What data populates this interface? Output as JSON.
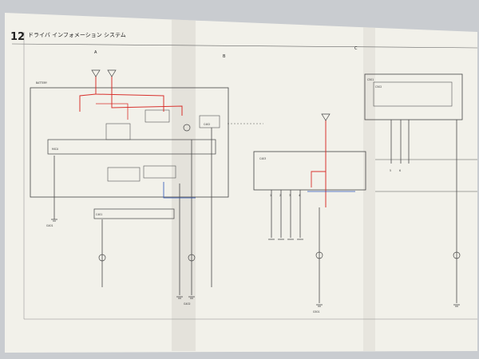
{
  "page": {
    "number": "12",
    "title": "ドライバ インフォメーション システム"
  },
  "grid_markers": [
    "A",
    "B",
    "C"
  ],
  "component_labels": [
    "BATTERY",
    "MICU",
    "G401",
    "G402",
    "G501",
    "C401",
    "C402",
    "C403",
    "C501",
    "C502",
    "1",
    "2",
    "3",
    "4",
    "5",
    "6"
  ],
  "colors": {
    "paper": "#f2f1ea",
    "shadow": "#b9bbb5",
    "background": "#c9ccd0",
    "wire": "#4a4a4a",
    "wire_red": "#d8322e",
    "wire_blue": "#2a54b8"
  }
}
